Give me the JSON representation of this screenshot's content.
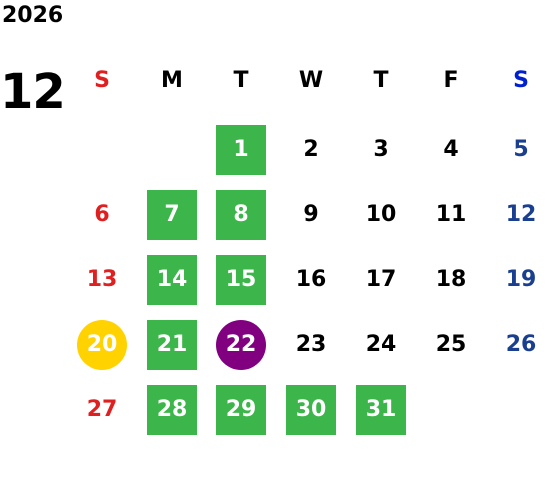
{
  "calendar": {
    "year": "2026",
    "month": "12",
    "weekdays": [
      {
        "label": "S",
        "color": "#e02020"
      },
      {
        "label": "M",
        "color": "#000000"
      },
      {
        "label": "T",
        "color": "#000000"
      },
      {
        "label": "W",
        "color": "#000000"
      },
      {
        "label": "T",
        "color": "#000000"
      },
      {
        "label": "F",
        "color": "#000000"
      },
      {
        "label": "S",
        "color": "#0020d0"
      }
    ],
    "colors": {
      "sunday": "#e02020",
      "saturday": "#1a3f8f",
      "weekday": "#000000",
      "highlight_text": "#ffffff",
      "green_square": "#3cb54a",
      "yellow_circle": "#ffd200",
      "purple_circle": "#800080"
    },
    "weeks": [
      [
        null,
        null,
        {
          "day": "1",
          "highlight": "green-square"
        },
        {
          "day": "2"
        },
        {
          "day": "3"
        },
        {
          "day": "4"
        },
        {
          "day": "5"
        }
      ],
      [
        {
          "day": "6"
        },
        {
          "day": "7",
          "highlight": "green-square"
        },
        {
          "day": "8",
          "highlight": "green-square"
        },
        {
          "day": "9"
        },
        {
          "day": "10"
        },
        {
          "day": "11"
        },
        {
          "day": "12"
        }
      ],
      [
        {
          "day": "13"
        },
        {
          "day": "14",
          "highlight": "green-square"
        },
        {
          "day": "15",
          "highlight": "green-square"
        },
        {
          "day": "16"
        },
        {
          "day": "17"
        },
        {
          "day": "18"
        },
        {
          "day": "19"
        }
      ],
      [
        {
          "day": "20",
          "highlight": "yellow-circle"
        },
        {
          "day": "21",
          "highlight": "green-square"
        },
        {
          "day": "22",
          "highlight": "purple-circle"
        },
        {
          "day": "23"
        },
        {
          "day": "24"
        },
        {
          "day": "25"
        },
        {
          "day": "26"
        }
      ],
      [
        {
          "day": "27"
        },
        {
          "day": "28",
          "highlight": "green-square"
        },
        {
          "day": "29",
          "highlight": "green-square"
        },
        {
          "day": "30",
          "highlight": "green-square"
        },
        {
          "day": "31",
          "highlight": "green-square"
        },
        null,
        null
      ]
    ]
  }
}
